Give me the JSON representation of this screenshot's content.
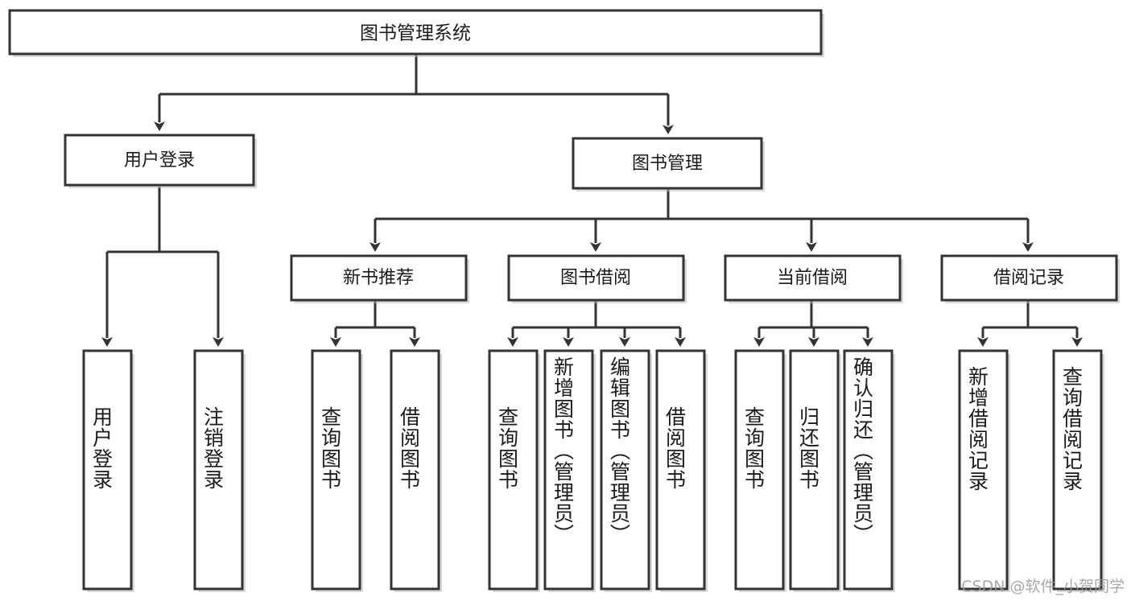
{
  "diagram": {
    "title": "图书管理系统",
    "watermark": "CSDN @软件_小贺同学",
    "levels": {
      "root": {
        "label": "图书管理系统"
      },
      "level2": [
        {
          "id": "user-login",
          "label": "用户登录"
        },
        {
          "id": "book-manage",
          "label": "图书管理"
        }
      ],
      "level3": [
        {
          "id": "new-book-recommend",
          "label": "新书推荐"
        },
        {
          "id": "book-borrow",
          "label": "图书借阅"
        },
        {
          "id": "current-borrow",
          "label": "当前借阅"
        },
        {
          "id": "borrow-record",
          "label": "借阅记录"
        }
      ],
      "leaves": [
        {
          "id": "leaf-user-login",
          "label": "用户登录",
          "parent": "user-login"
        },
        {
          "id": "leaf-logout-login",
          "label": "注销登录",
          "parent": "user-login"
        },
        {
          "id": "leaf-query-book-1",
          "label": "查询图书",
          "parent": "new-book-recommend"
        },
        {
          "id": "leaf-borrow-book-1",
          "label": "借阅图书",
          "parent": "new-book-recommend"
        },
        {
          "id": "leaf-query-book-2",
          "label": "查询图书",
          "parent": "book-borrow"
        },
        {
          "id": "leaf-add-book",
          "label": "新增图书（管理员）",
          "parent": "book-borrow"
        },
        {
          "id": "leaf-edit-book",
          "label": "编辑图书（管理员）",
          "parent": "book-borrow"
        },
        {
          "id": "leaf-borrow-book-2",
          "label": "借阅图书",
          "parent": "book-borrow"
        },
        {
          "id": "leaf-query-book-3",
          "label": "查询图书",
          "parent": "current-borrow"
        },
        {
          "id": "leaf-return-book",
          "label": "归还图书",
          "parent": "current-borrow"
        },
        {
          "id": "leaf-confirm-return",
          "label": "确认归还（管理员）",
          "parent": "current-borrow"
        },
        {
          "id": "leaf-add-record",
          "label": "新增借阅记录",
          "parent": "borrow-record"
        },
        {
          "id": "leaf-query-record",
          "label": "查询借阅记录",
          "parent": "borrow-record"
        }
      ]
    },
    "colors": {
      "stroke": "#333333",
      "fill": "#ffffff",
      "text": "#1a1a1a",
      "watermark": "#9a9a9a"
    }
  }
}
